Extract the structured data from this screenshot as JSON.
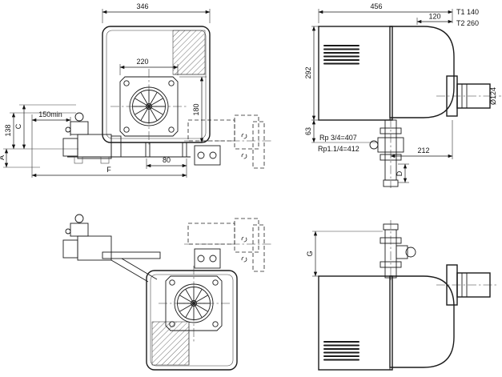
{
  "drawing": {
    "front_top": {
      "dim_width_total": "346",
      "dim_width_inner": "220",
      "dim_height_fan": "180",
      "dim_height_left": "138",
      "dim_min_clearance": "150min",
      "dim_c": "C",
      "dim_a": "A",
      "dim_f": "F",
      "dim_80": "80"
    },
    "side_top": {
      "dim_length_total": "456",
      "dim_120": "120",
      "dim_t1": "T1 140",
      "dim_t2": "T2 260",
      "dim_height_body": "292",
      "dim_63": "63",
      "rp_line1": "Rp 3/4=407",
      "rp_line2": "Rp1.1/4=412",
      "dim_212": "212",
      "dim_d": "D",
      "dim_tube_dia": "Ø124"
    },
    "side_bottom": {
      "dim_g": "G"
    }
  }
}
